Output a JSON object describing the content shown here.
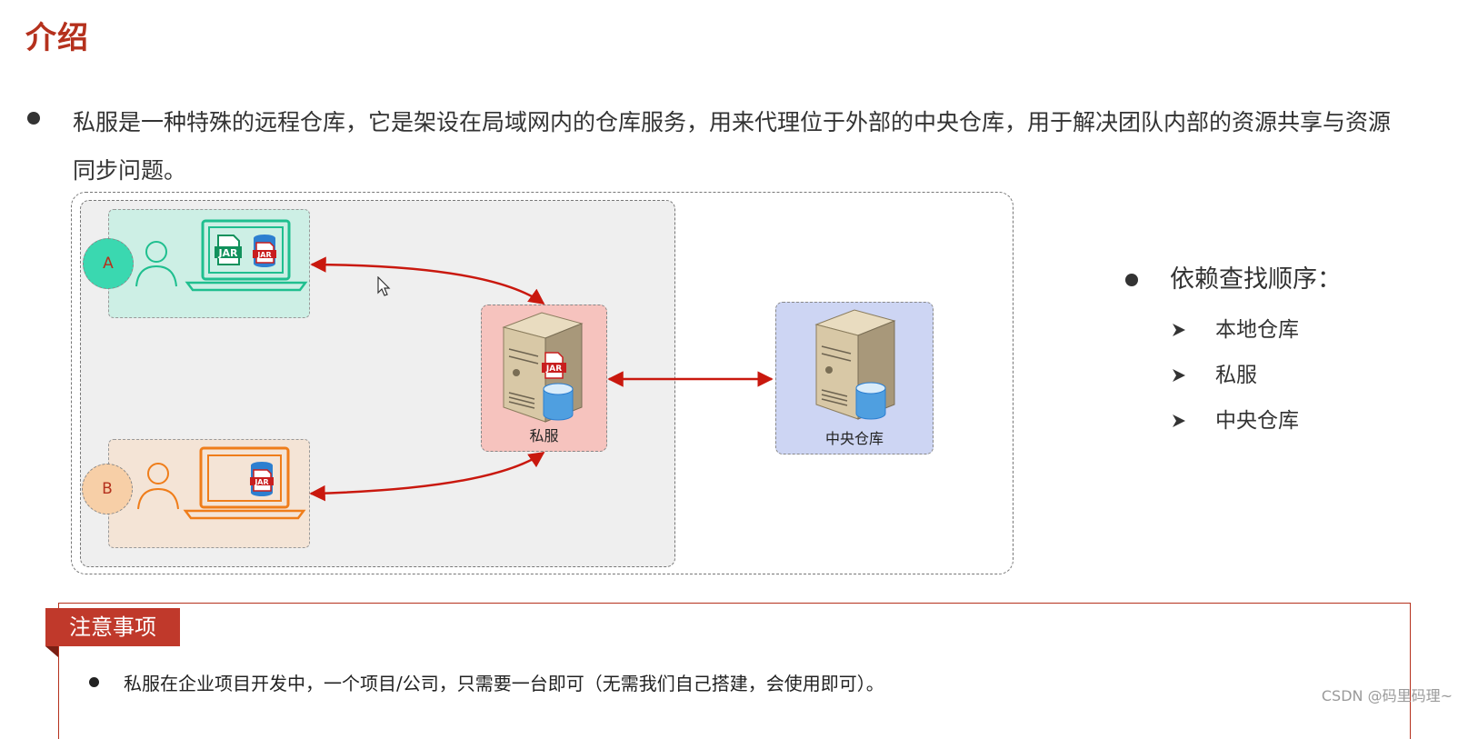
{
  "title": "介绍",
  "intro": {
    "text": "私服是一种特殊的远程仓库，它是架设在局域网内的仓库服务，用来代理位于外部的中央仓库，用于解决团队内部的资源共享与资源同步问题。"
  },
  "diagram": {
    "client_a": {
      "badge": "A",
      "jar_label": "JAR"
    },
    "client_b": {
      "badge": "B",
      "jar_label": "JAR"
    },
    "private_server": {
      "label": "私服",
      "jar_label": "JAR"
    },
    "central_repo": {
      "label": "中央仓库"
    },
    "colors": {
      "arrow": "#c9180e",
      "client_a": "#1fbf8f",
      "client_b": "#ef7d1a",
      "jar_green": "#12915c",
      "jar_red": "#c81e1e",
      "db_blue": "#2d7fd0"
    }
  },
  "lookup_order": {
    "heading": "依赖查找顺序：",
    "items": [
      "本地仓库",
      "私服",
      "中央仓库"
    ]
  },
  "notice": {
    "tag": "注意事项",
    "text": "私服在企业项目开发中，一个项目/公司，只需要一台即可（无需我们自己搭建，会使用即可）。"
  },
  "watermark": "CSDN @码里码理~"
}
